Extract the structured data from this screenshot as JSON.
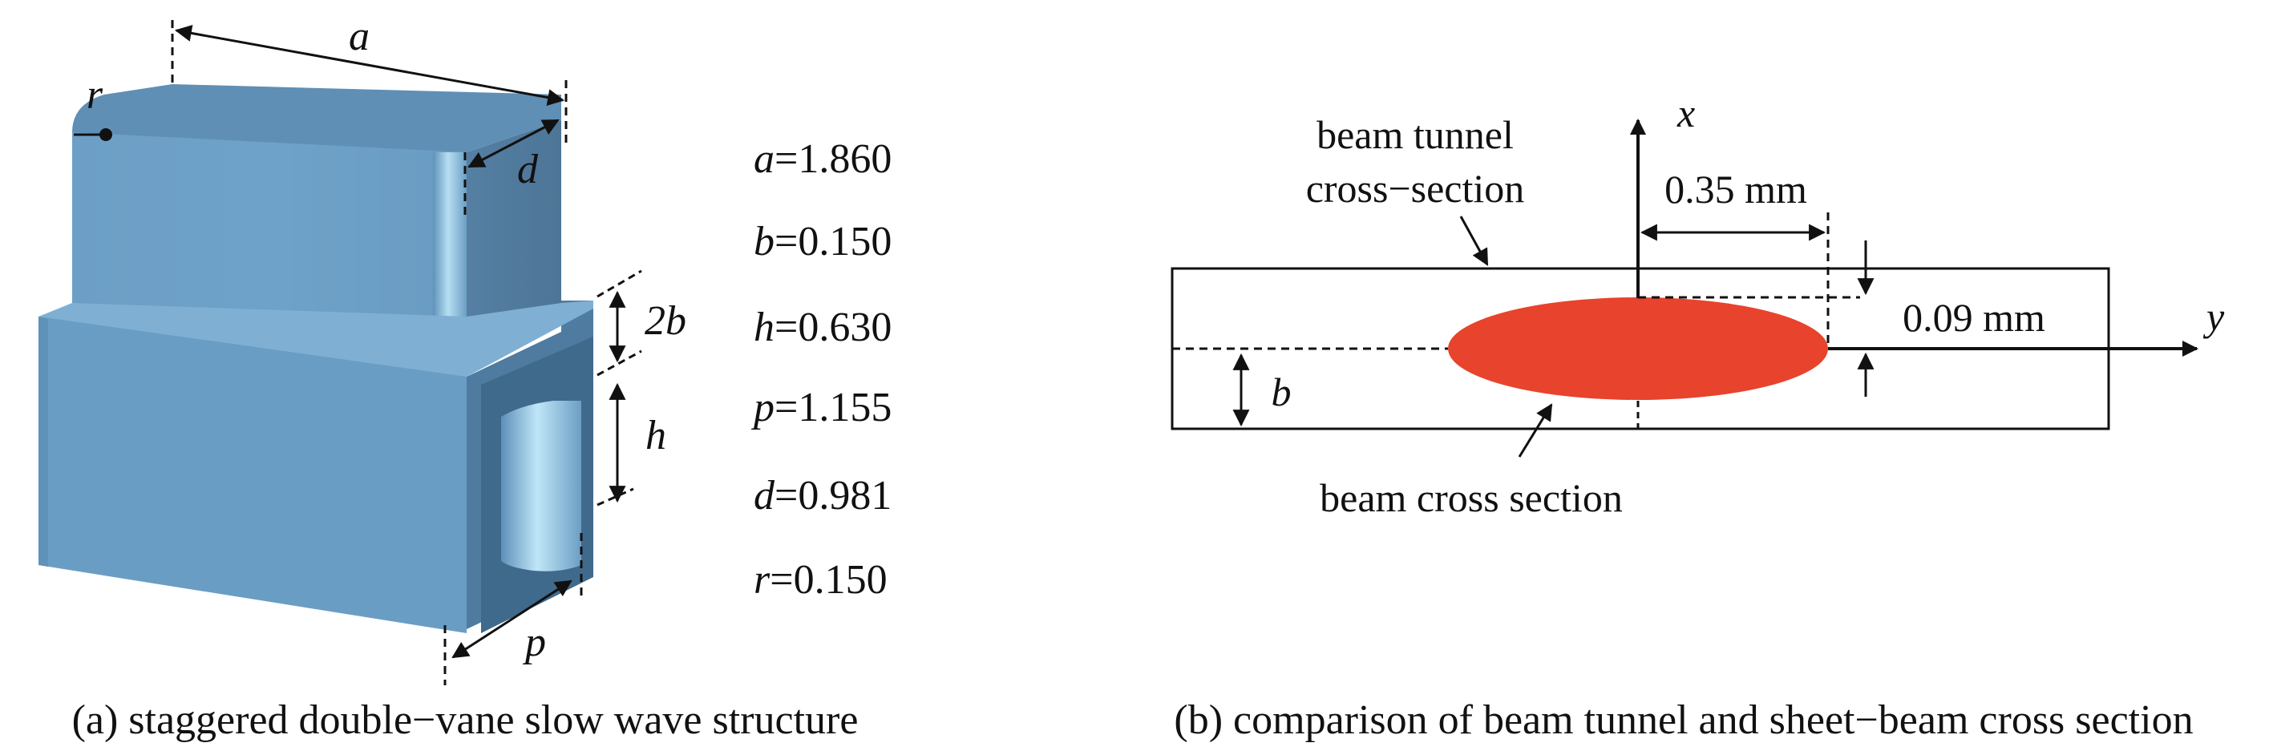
{
  "panel_a": {
    "dim_labels": {
      "a": "a",
      "r": "r",
      "d": "d",
      "two_b": "2b",
      "h": "h",
      "p": "p"
    },
    "params": [
      {
        "sym": "a",
        "val": "=1.860"
      },
      {
        "sym": "b",
        "val": "=0.150"
      },
      {
        "sym": "h",
        "val": "=0.630"
      },
      {
        "sym": "p",
        "val": "=1.155"
      },
      {
        "sym": "d",
        "val": "=0.981"
      },
      {
        "sym": "r",
        "val": "=0.150"
      }
    ],
    "caption": "(a) staggered double−vane slow wave structure",
    "colors": {
      "vane": "#6a9dc4",
      "vane_light": "#a9d6ee",
      "vane_dark": "#4f7fa6"
    }
  },
  "panel_b": {
    "axis_x": "x",
    "axis_y": "y",
    "tunnel_label_line1": "beam tunnel",
    "tunnel_label_line2": "cross−section",
    "beam_label": "beam cross section",
    "dim_035": "0.35 mm",
    "dim_009": "0.09 mm",
    "dim_b": "b",
    "caption": "(b) comparison of beam tunnel and sheet−beam cross section",
    "colors": {
      "beam": "#e8432c"
    }
  }
}
